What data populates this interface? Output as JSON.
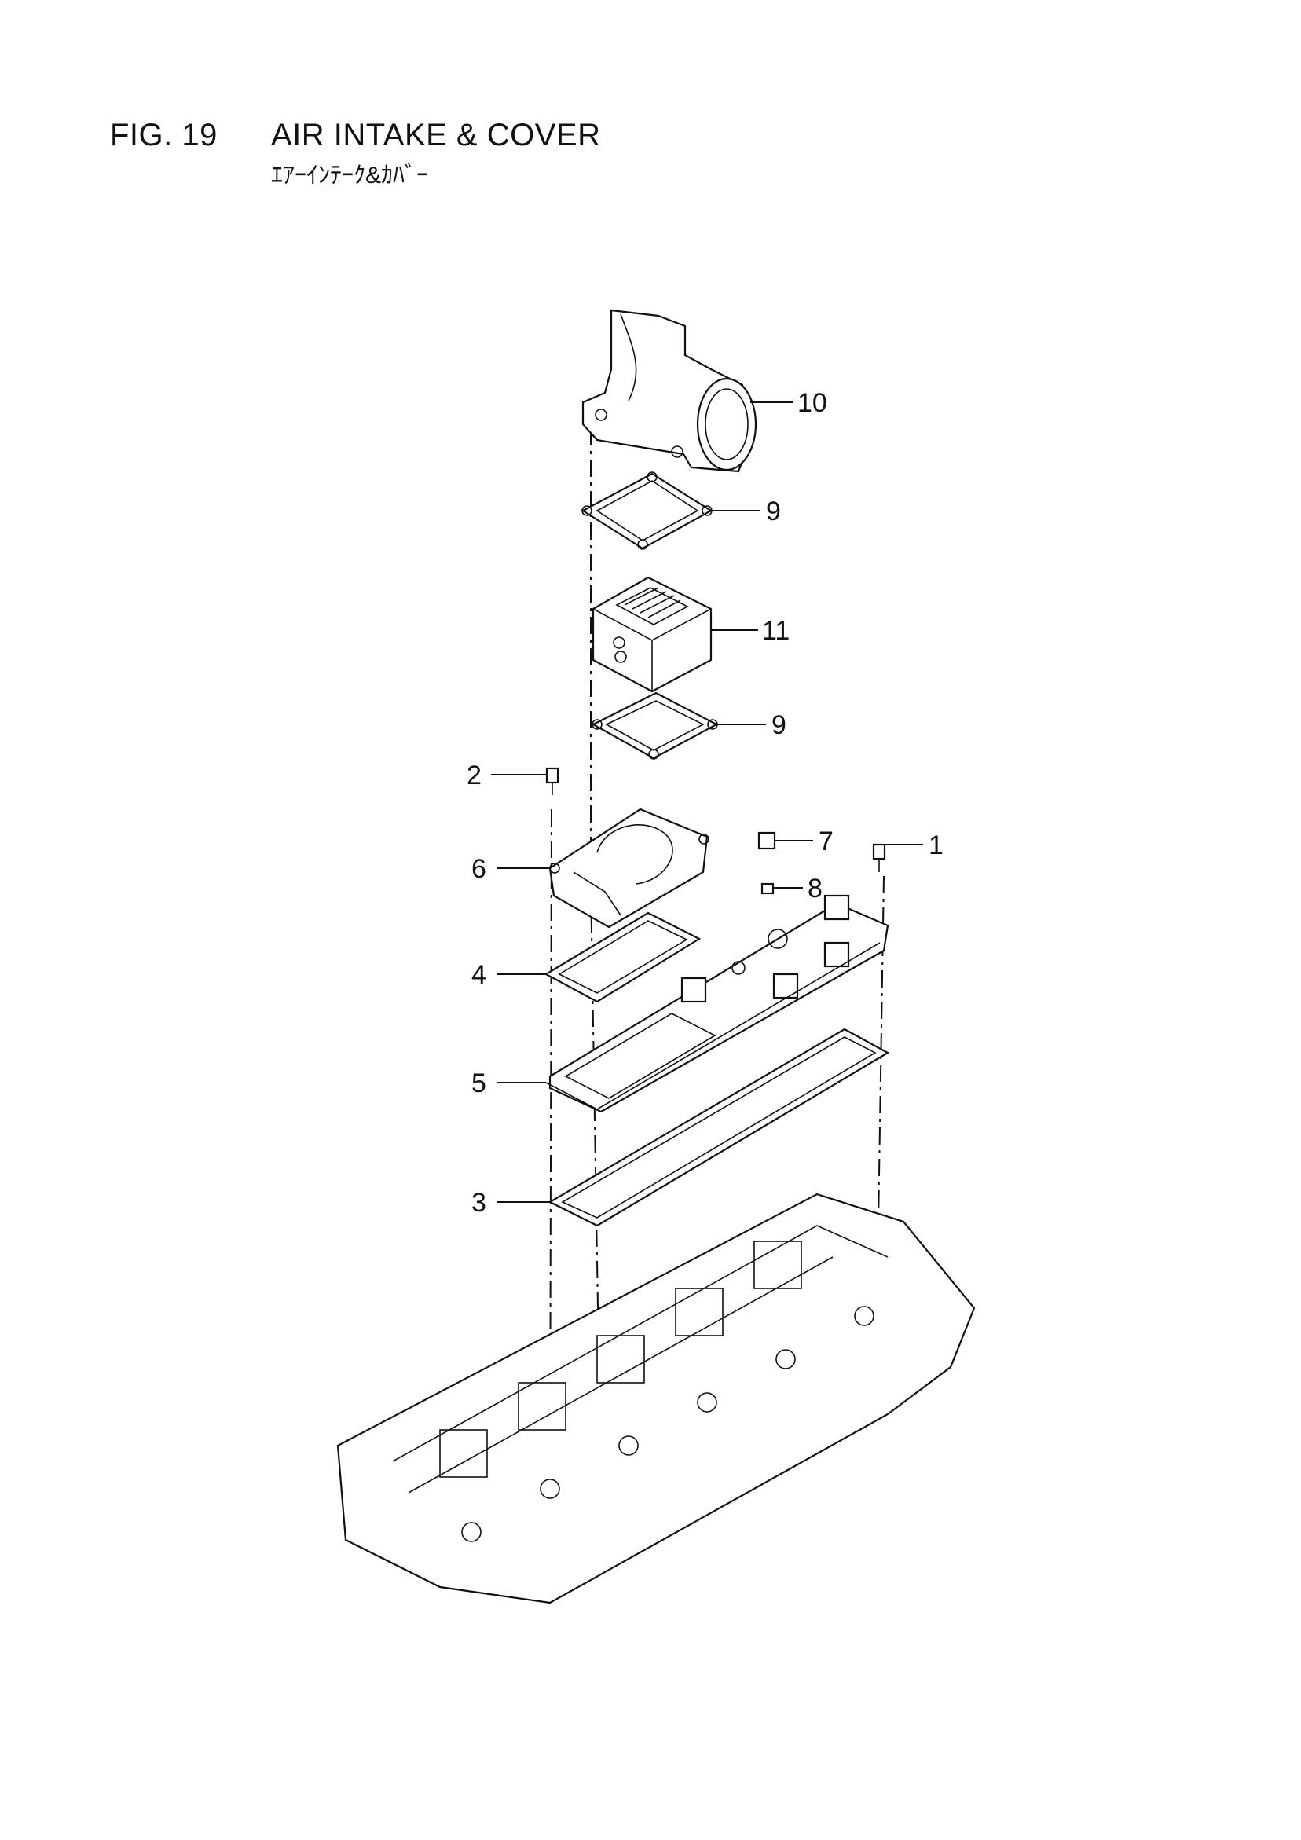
{
  "figure": {
    "number": "FIG. 19",
    "title": "AIR INTAKE & COVER",
    "subtitle": "ｴｱｰｲﾝﾃｰｸ&ｶﾊﾞｰ"
  },
  "callouts": [
    "1",
    "2",
    "3",
    "4",
    "5",
    "6",
    "7",
    "8",
    "9",
    "10",
    "11",
    "9"
  ]
}
